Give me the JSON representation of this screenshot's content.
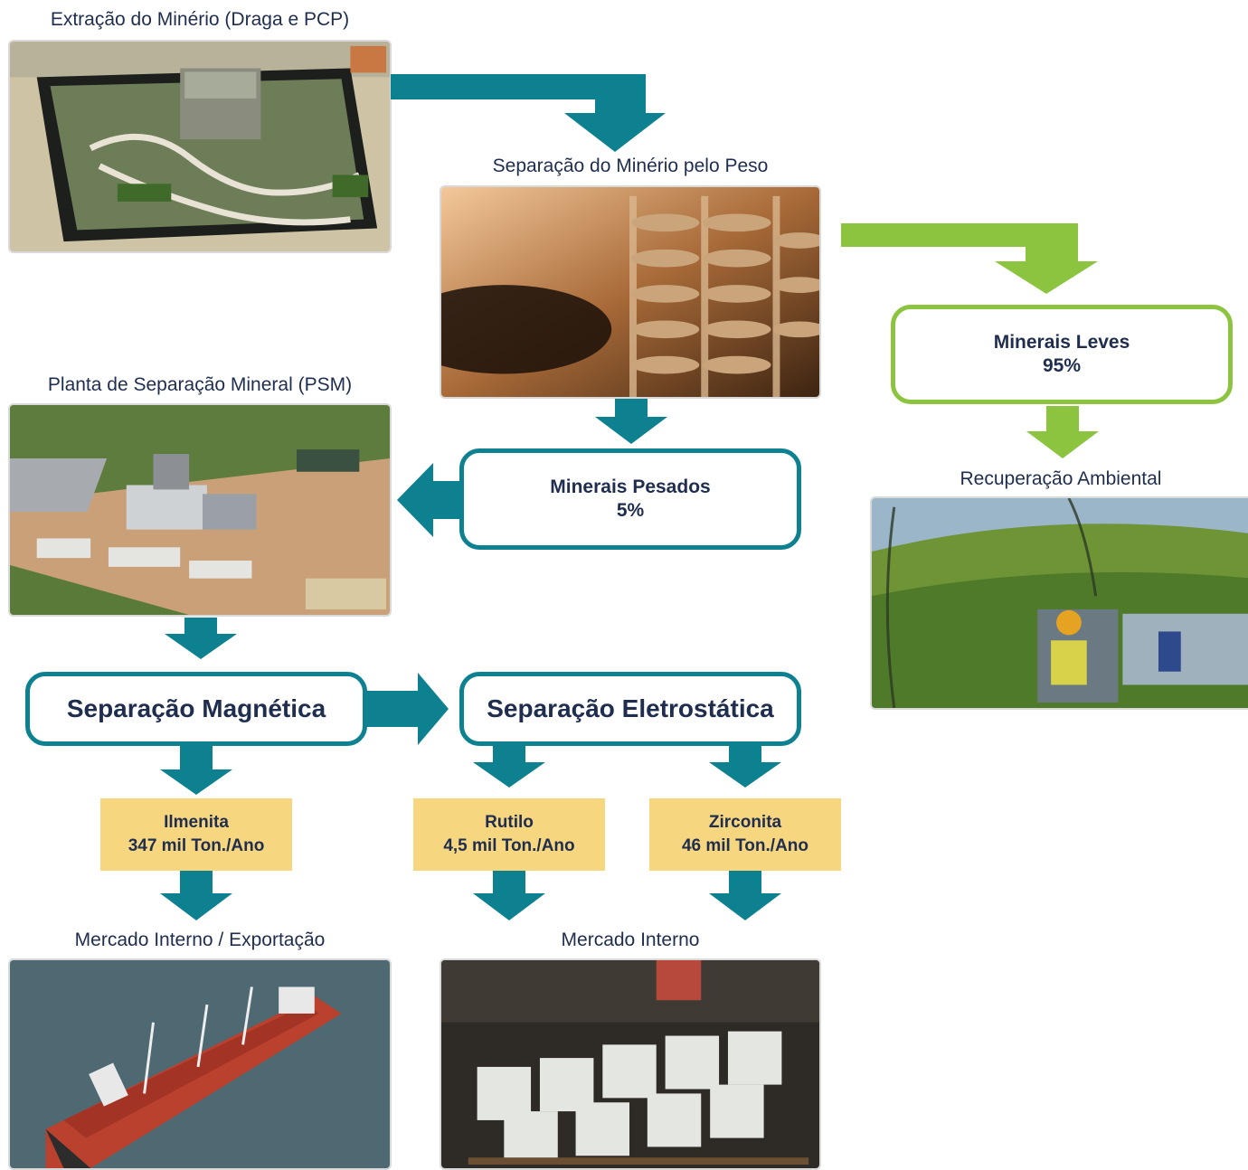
{
  "captions": {
    "extraction": "Extração do Minério (Draga e PCP)",
    "weight_separation": "Separação do Minério pelo Peso",
    "psm": "Planta de Separação Mineral (PSM)",
    "environmental": "Recuperação Ambiental",
    "market_export": "Mercado Interno / Exportação",
    "market_internal": "Mercado Interno"
  },
  "boxes": {
    "light_minerals": {
      "name": "Minerais Leves",
      "percent": "95%"
    },
    "heavy_minerals": {
      "name": "Minerais Pesados",
      "percent": "5%"
    },
    "magnetic": "Separação Magnética",
    "electrostatic": "Separação Eletrostática"
  },
  "products": {
    "ilmenite": {
      "name": "Ilmenita",
      "amount": "347 mil Ton./Ano"
    },
    "rutile": {
      "name": "Rutilo",
      "amount": "4,5 mil Ton./Ano"
    },
    "zircon": {
      "name": "Zirconita",
      "amount": "46 mil Ton./Ano"
    }
  },
  "colors": {
    "teal": "#0e8191",
    "green": "#8cc43f",
    "yellow": "#f7d680",
    "text": "#1f2d4e"
  }
}
